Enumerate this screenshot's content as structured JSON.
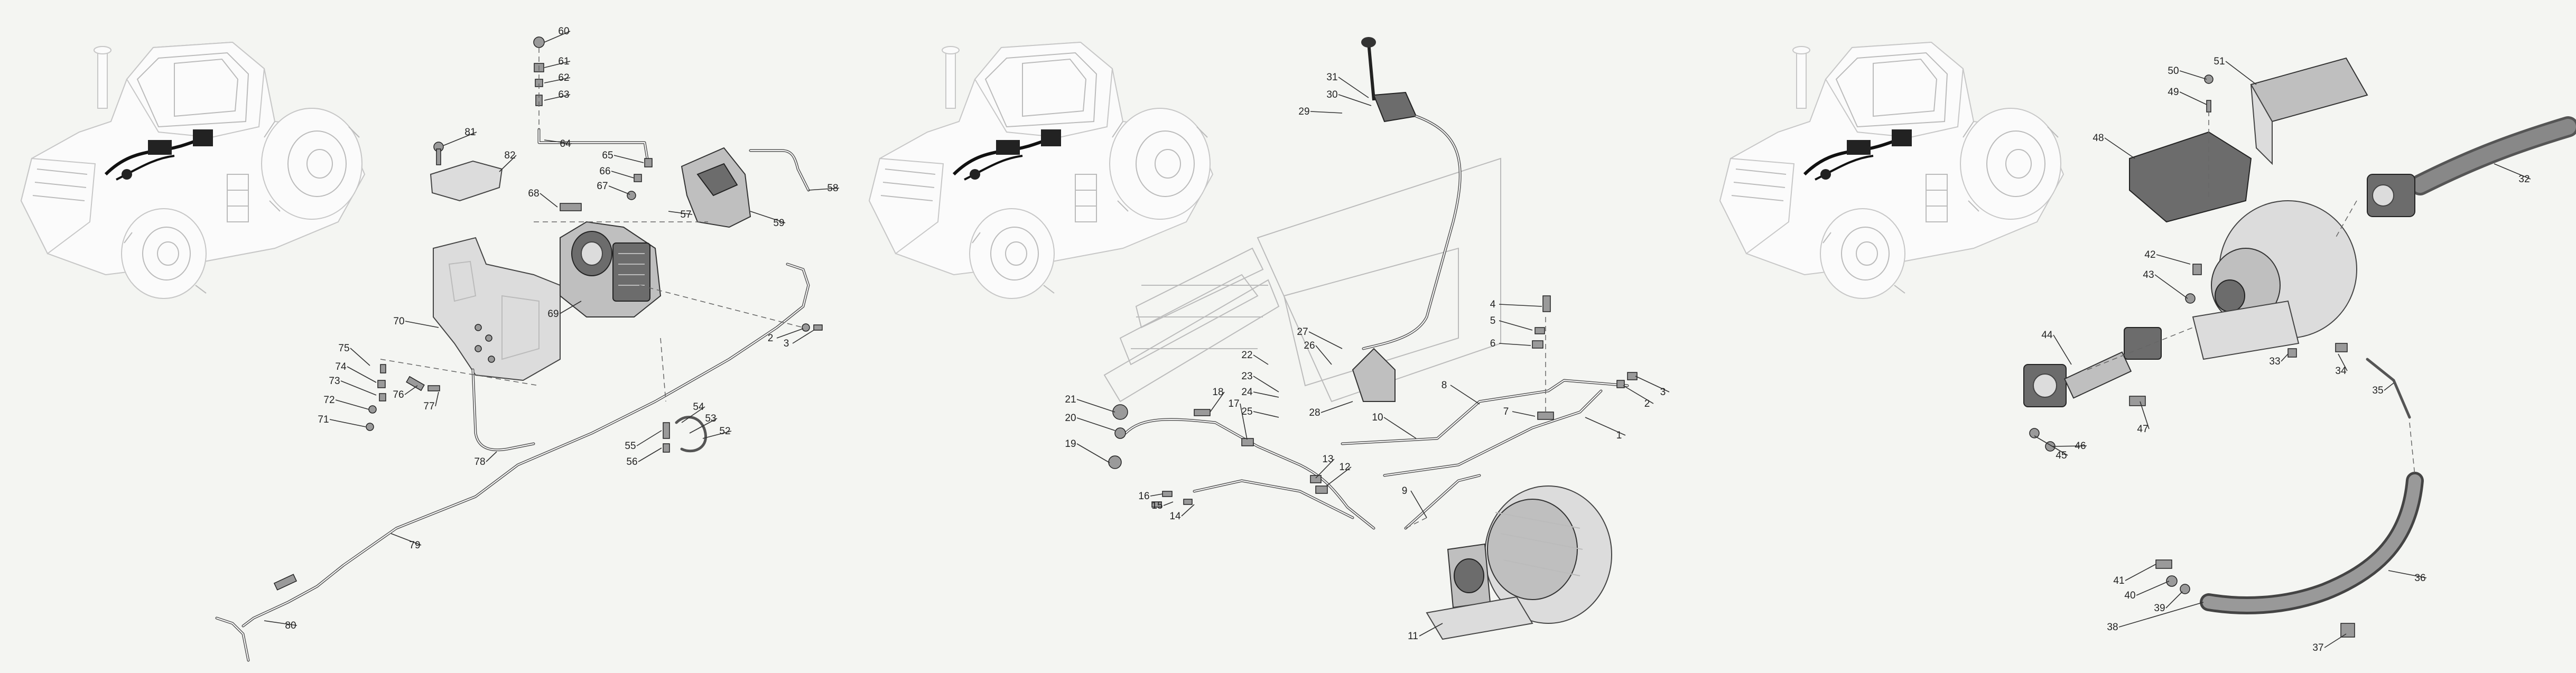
{
  "panels": [
    {
      "id": "left",
      "callouts": [
        "60",
        "61",
        "62",
        "63",
        "64",
        "65",
        "66",
        "67",
        "68",
        "81",
        "82",
        "57",
        "58",
        "59",
        "69",
        "70",
        "75",
        "74",
        "73",
        "72",
        "71",
        "76",
        "77",
        "78",
        "2",
        "3",
        "54",
        "53",
        "52",
        "55",
        "56",
        "79",
        "80"
      ]
    },
    {
      "id": "middle",
      "callouts": [
        "31",
        "30",
        "29",
        "4",
        "5",
        "6",
        "7",
        "8",
        "3",
        "2",
        "1",
        "26",
        "27",
        "22",
        "23",
        "24",
        "25",
        "28",
        "21",
        "20",
        "19",
        "18",
        "17",
        "10",
        "13",
        "12",
        "16",
        "15",
        "14",
        "9",
        "11"
      ]
    },
    {
      "id": "right",
      "callouts": [
        "51",
        "50",
        "49",
        "48",
        "32",
        "42",
        "43",
        "44",
        "33",
        "34",
        "35",
        "46",
        "47",
        "45",
        "36",
        "41",
        "40",
        "39",
        "38",
        "37"
      ]
    }
  ]
}
